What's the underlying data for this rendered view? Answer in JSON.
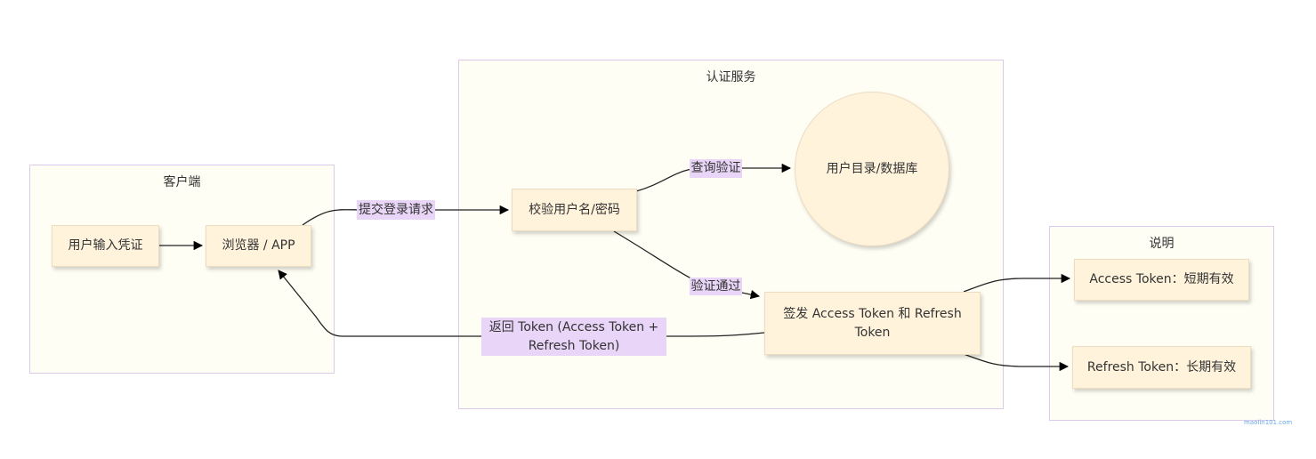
{
  "clusters": {
    "client": "客户端",
    "auth": "认证服务",
    "notes": "说明"
  },
  "nodes": {
    "input_credentials": "用户输入凭证",
    "browser_app": "浏览器 / APP",
    "verify_credentials": "校验用户名/密码",
    "user_directory": "用户目录/数据库",
    "issue_tokens": "签发 Access Token 和 Refresh Token",
    "access_token_note": "Access Token：短期有效",
    "refresh_token_note": "Refresh Token：长期有效"
  },
  "edges": {
    "submit_login": "提交登录请求",
    "query_verify": "查询验证",
    "verify_passed": "验证通过",
    "return_tokens": "返回 Token (Access Token + Refresh Token)"
  },
  "watermark": "maolin101.com",
  "colors": {
    "node_fill": "#fff3dc",
    "cluster_fill": "#fffef4",
    "label_fill": "#e9d5f7"
  }
}
